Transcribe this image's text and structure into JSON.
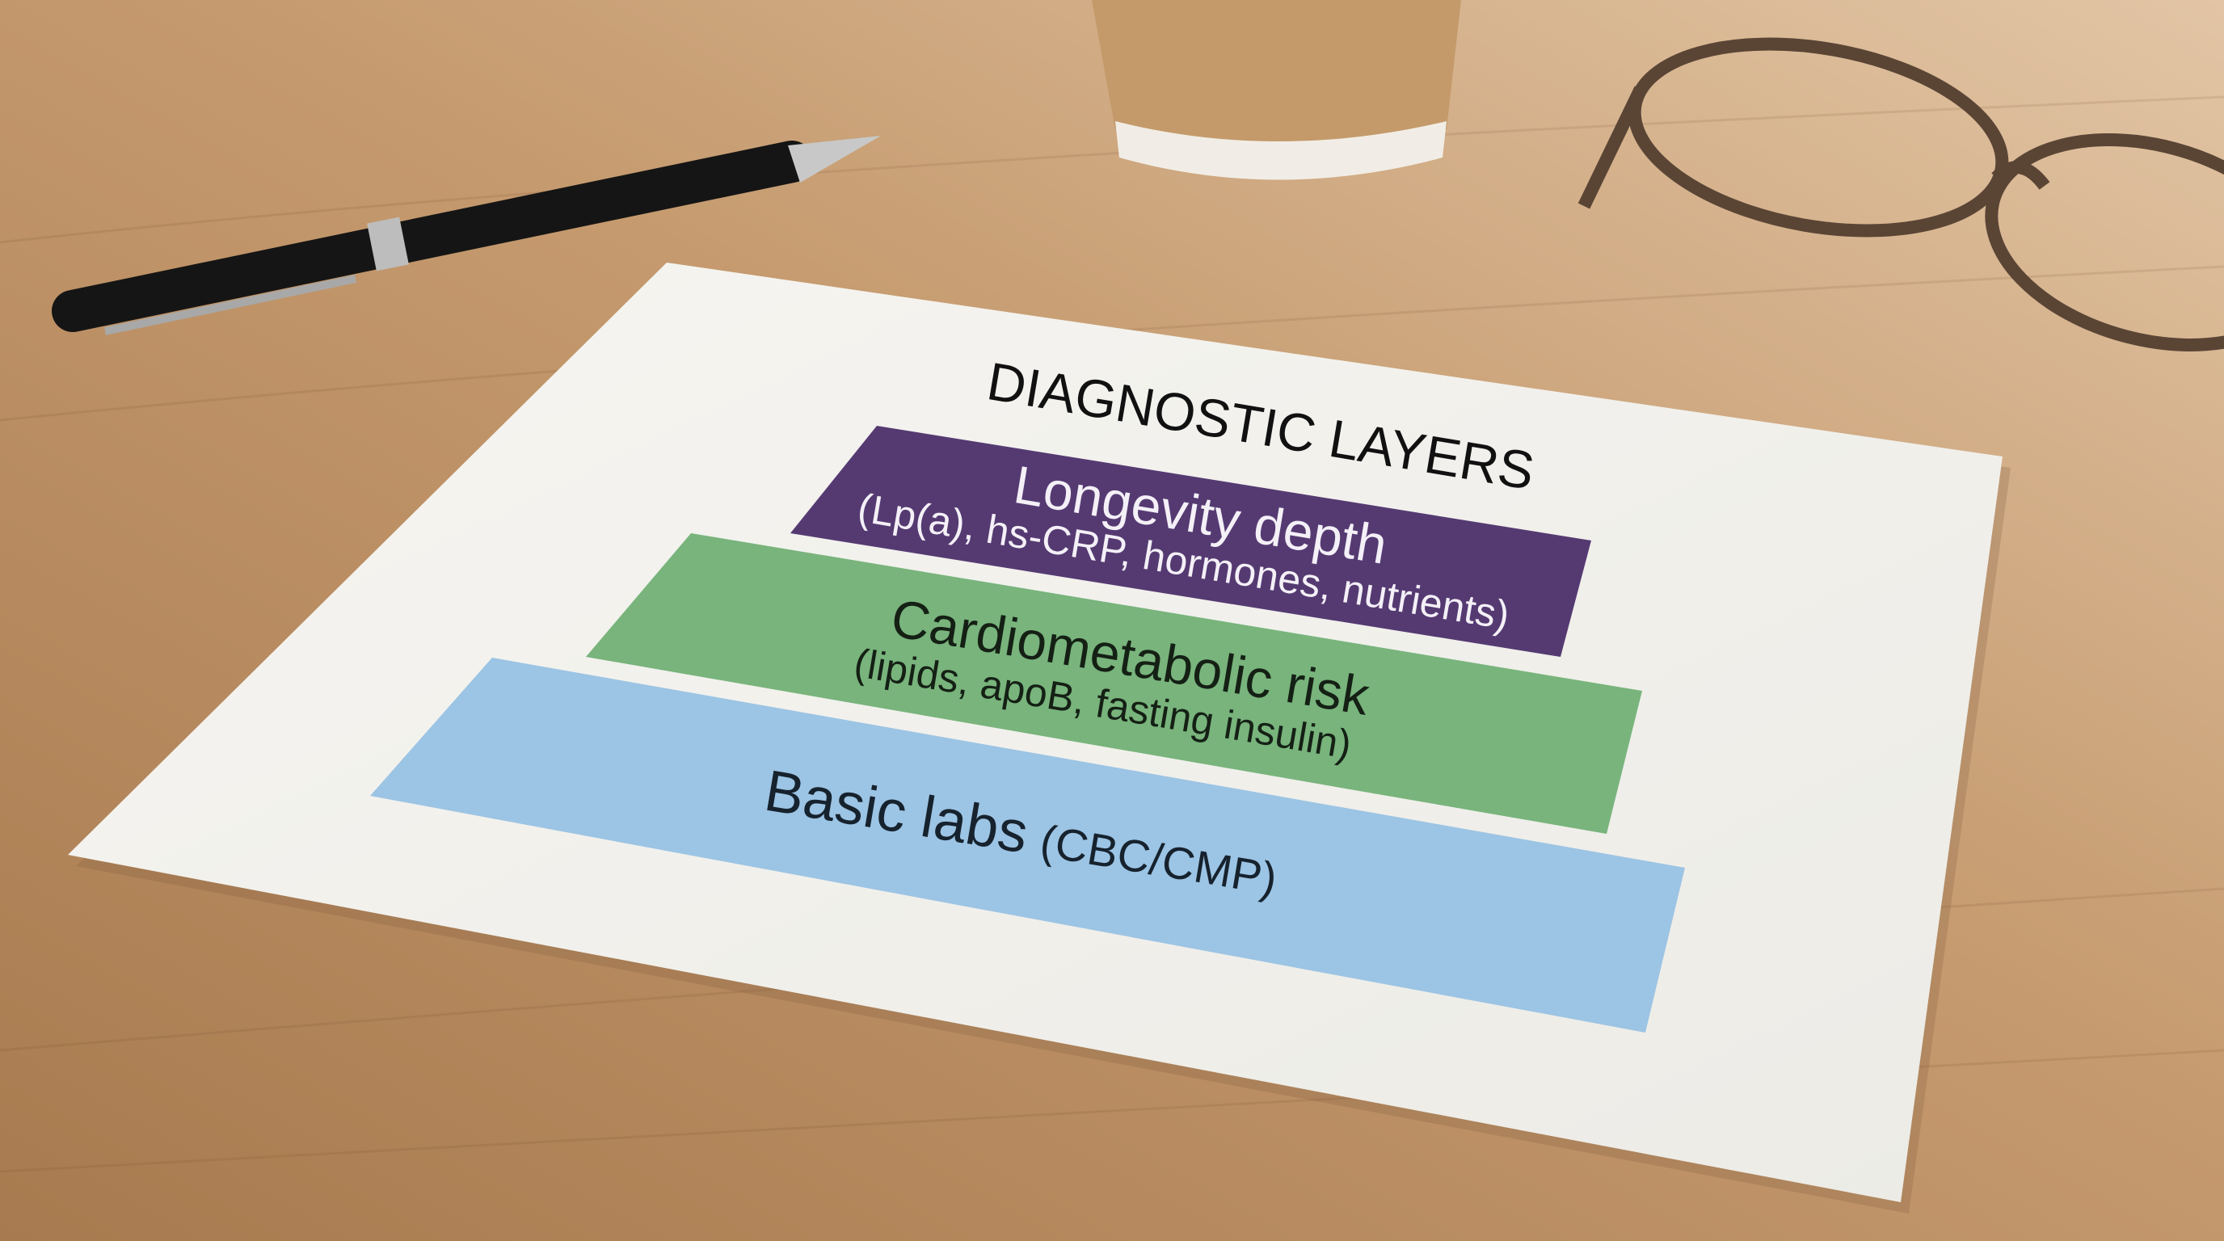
{
  "document": {
    "title": "DIAGNOSTIC LAYERS",
    "layers": [
      {
        "label": "Longevity depth",
        "detail": "(Lp(a), hs-CRP, hormones, nutrients)",
        "color": "#553a72"
      },
      {
        "label": "Cardiometabolic risk",
        "detail": "(lipids, apoB, fasting insulin)",
        "color": "#78b47c"
      },
      {
        "label": "Basic labs",
        "detail": "(CBC/CMP)",
        "color": "#9cc4e4"
      }
    ]
  },
  "scene": {
    "objects": [
      "pen-icon",
      "coffee-cup-icon",
      "eyeglasses-icon"
    ],
    "desk_color": "#b98d62",
    "paper_color": "#f3f2ee"
  }
}
